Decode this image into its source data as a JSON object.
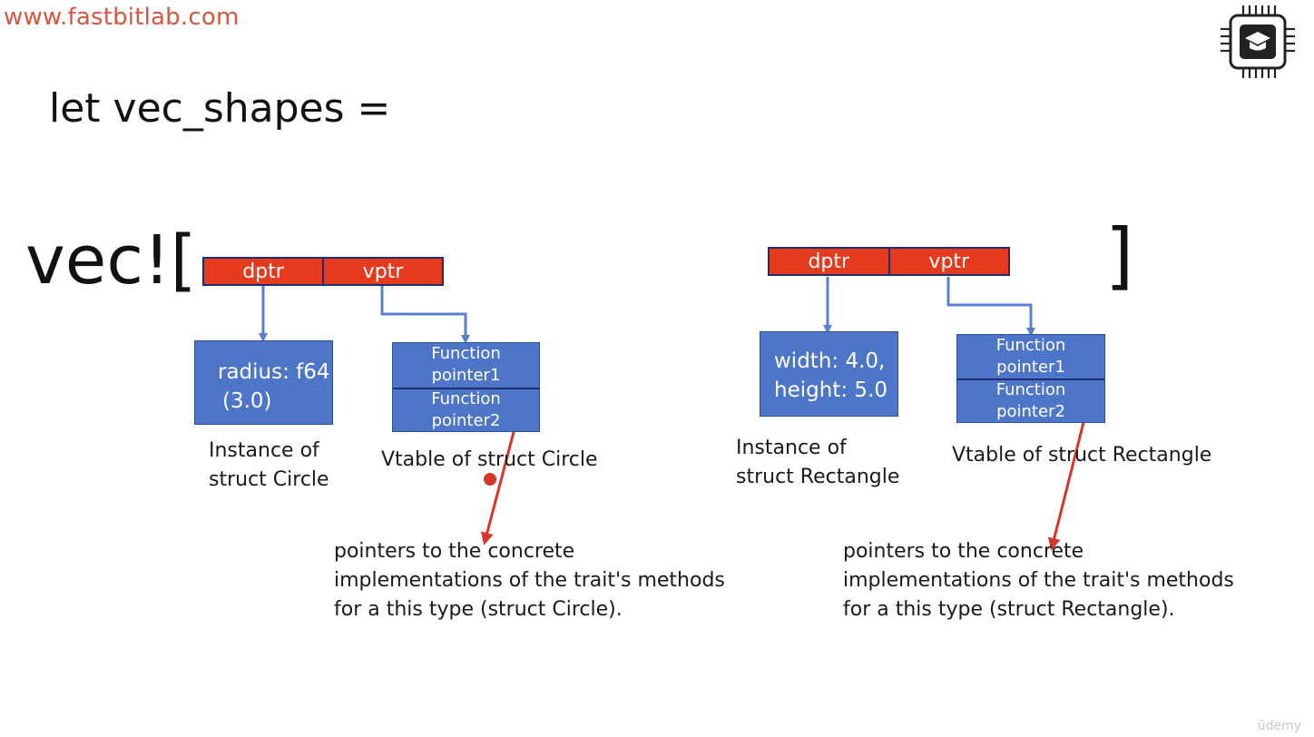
{
  "header": {
    "site": "www.fastbitlab.com",
    "logo_icon": "chip-graduation-cap-icon"
  },
  "slide": {
    "title": "let vec_shapes =",
    "open_bracket": "vec![",
    "close_bracket": "]"
  },
  "left": {
    "dptr": "dptr",
    "vptr": "vptr",
    "instance_line1": "radius: f64",
    "instance_line2": "(3.0)",
    "vtable_slot1_line1": "Function",
    "vtable_slot1_line2": "pointer1",
    "vtable_slot2_line1": "Function",
    "vtable_slot2_line2": "pointer2",
    "instance_caption_line1": "Instance of",
    "instance_caption_line2": "struct Circle",
    "vtable_caption": "Vtable of struct Circle",
    "note_line1": "pointers to the concrete",
    "note_line2": "implementations of the trait's methods",
    "note_line3": "for a this type (struct Circle)."
  },
  "right": {
    "dptr": "dptr",
    "vptr": "vptr",
    "instance_line1": "width: 4.0,",
    "instance_line2": "height: 5.0",
    "vtable_slot1_line1": "Function",
    "vtable_slot1_line2": "pointer1",
    "vtable_slot2_line1": "Function",
    "vtable_slot2_line2": "pointer2",
    "instance_caption_line1": "Instance of",
    "instance_caption_line2": "struct Rectangle",
    "vtable_caption": "Vtable of struct Rectangle",
    "note_line1": "pointers to the concrete",
    "note_line2": "implementations of the trait's methods",
    "note_line3": "for a this type (struct Rectangle)."
  },
  "watermark": "ūdemy",
  "colors": {
    "pointer_bar": "#e53a1e",
    "box_fill": "#4e76c8",
    "connector": "#5b7fcf",
    "annotation_arrow": "#d6362a",
    "site_text": "#d9553e"
  }
}
